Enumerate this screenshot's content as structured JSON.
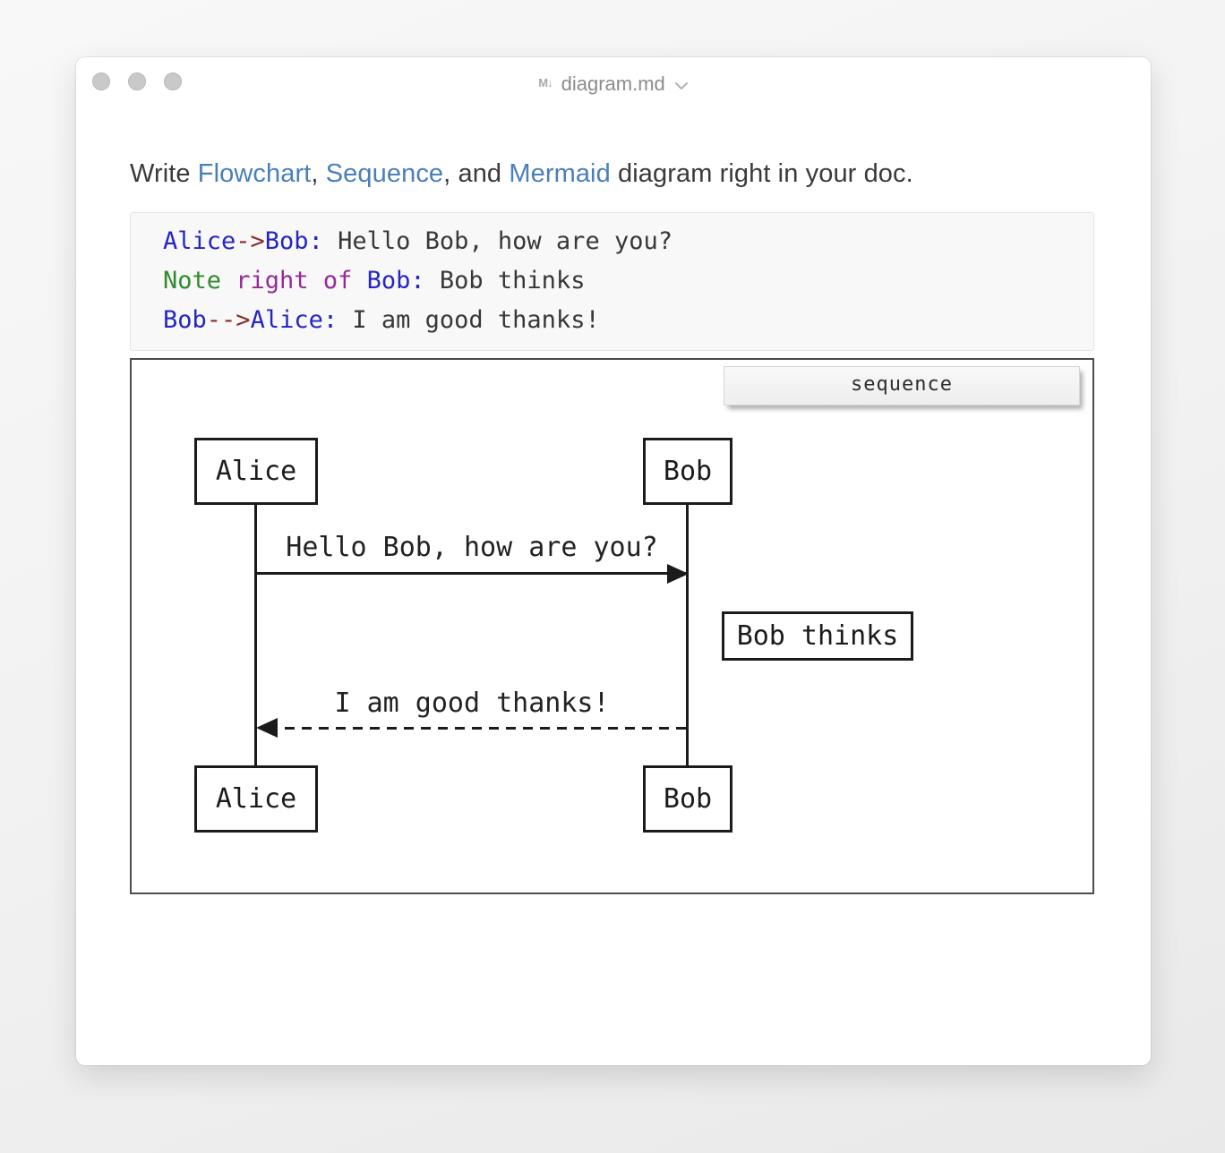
{
  "window": {
    "title": "diagram.md",
    "markdown_icon": "M↓",
    "traffic_lights": [
      "close",
      "minimize",
      "zoom"
    ]
  },
  "heading": {
    "parts": {
      "p0": "Write ",
      "p1": "Flowchart",
      "p2": ", ",
      "p3": "Sequence",
      "p4": ", and ",
      "p5": "Mermaid",
      "p6": " diagram right in your doc."
    }
  },
  "code": {
    "language": "sequence",
    "lines": [
      {
        "tokens": [
          {
            "t": "Alice",
            "c": "name"
          },
          {
            "t": "->",
            "c": "op"
          },
          {
            "t": "Bob",
            "c": "name"
          },
          {
            "t": ":",
            "c": "name"
          },
          {
            "t": " Hello Bob, how are you?",
            "c": "plain"
          }
        ]
      },
      {
        "tokens": [
          {
            "t": "Note",
            "c": "keyword"
          },
          {
            "t": " right of ",
            "c": "qualifier"
          },
          {
            "t": "Bob",
            "c": "name"
          },
          {
            "t": ":",
            "c": "name"
          },
          {
            "t": " Bob thinks",
            "c": "plain"
          }
        ]
      },
      {
        "tokens": [
          {
            "t": "Bob",
            "c": "name"
          },
          {
            "t": "-->",
            "c": "op"
          },
          {
            "t": "Alice",
            "c": "name"
          },
          {
            "t": ":",
            "c": "name"
          },
          {
            "t": " I am good thanks!",
            "c": "plain"
          }
        ]
      }
    ]
  },
  "diagram": {
    "tab_label": "sequence",
    "actors": [
      "Alice",
      "Bob"
    ],
    "messages": [
      {
        "from": "Alice",
        "to": "Bob",
        "style": "solid",
        "text": "Hello Bob, how are you?"
      },
      {
        "type": "note",
        "position": "right of Bob",
        "text": "Bob thinks"
      },
      {
        "from": "Bob",
        "to": "Alice",
        "style": "dashed",
        "text": "I am good thanks!"
      }
    ]
  },
  "colors": {
    "link_blue": "#4a7fba",
    "syntax_name": "#2525c4",
    "syntax_operator": "#8b2c2c",
    "syntax_keyword": "#2f8b2f",
    "syntax_qualifier": "#962b96",
    "code_text": "#383838",
    "diagram_stroke": "#1b1b1b",
    "title_gray": "#8c8c8c",
    "code_background": "#f8f8f8"
  }
}
